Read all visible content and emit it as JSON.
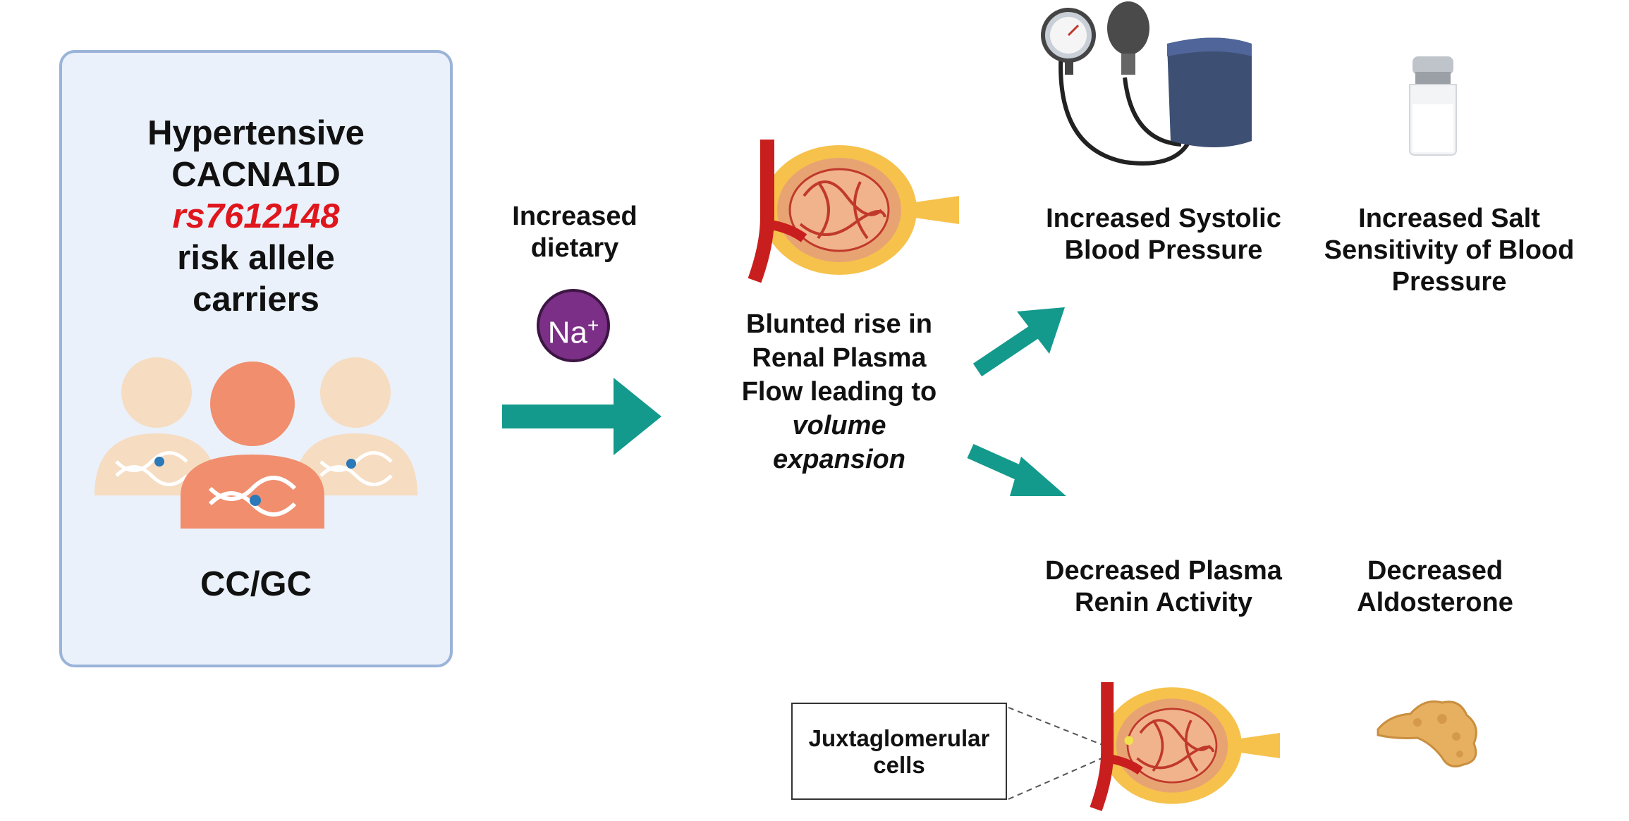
{
  "panel": {
    "line1": "Hypertensive",
    "line2": "CACNA1D",
    "line3": "rs7612148",
    "line4": "risk allele",
    "line5": "carriers",
    "genotype": "CC/GC"
  },
  "stimulus": {
    "line1": "Increased",
    "line2": "dietary",
    "ion_symbol": "Na",
    "ion_charge": "+"
  },
  "kidney_effect": {
    "line1": "Blunted rise in",
    "line2": "Renal Plasma",
    "line3": "Flow leading to",
    "line4": "volume",
    "line5": "expansion"
  },
  "outcomes": {
    "sbp": [
      "Increased Systolic",
      "Blood Pressure"
    ],
    "salt": [
      "Increased Salt",
      "Sensitivity of Blood",
      "Pressure"
    ],
    "renin": [
      "Decreased Plasma",
      "Renin Activity"
    ],
    "aldo": [
      "Decreased",
      "Aldosterone"
    ]
  },
  "callout": [
    "Juxtaglomerular",
    "cells"
  ],
  "colors": {
    "arrow": "#139a8c",
    "highlight_text": "#e0161d",
    "panel_fill": "#eaf1fb",
    "panel_border": "#9bb3d8",
    "sodium": "#7b2f86"
  },
  "icons": [
    "people-dna-icon",
    "kidney-icon",
    "blood-pressure-cuff-icon",
    "salt-shaker-icon",
    "adrenal-gland-icon"
  ]
}
